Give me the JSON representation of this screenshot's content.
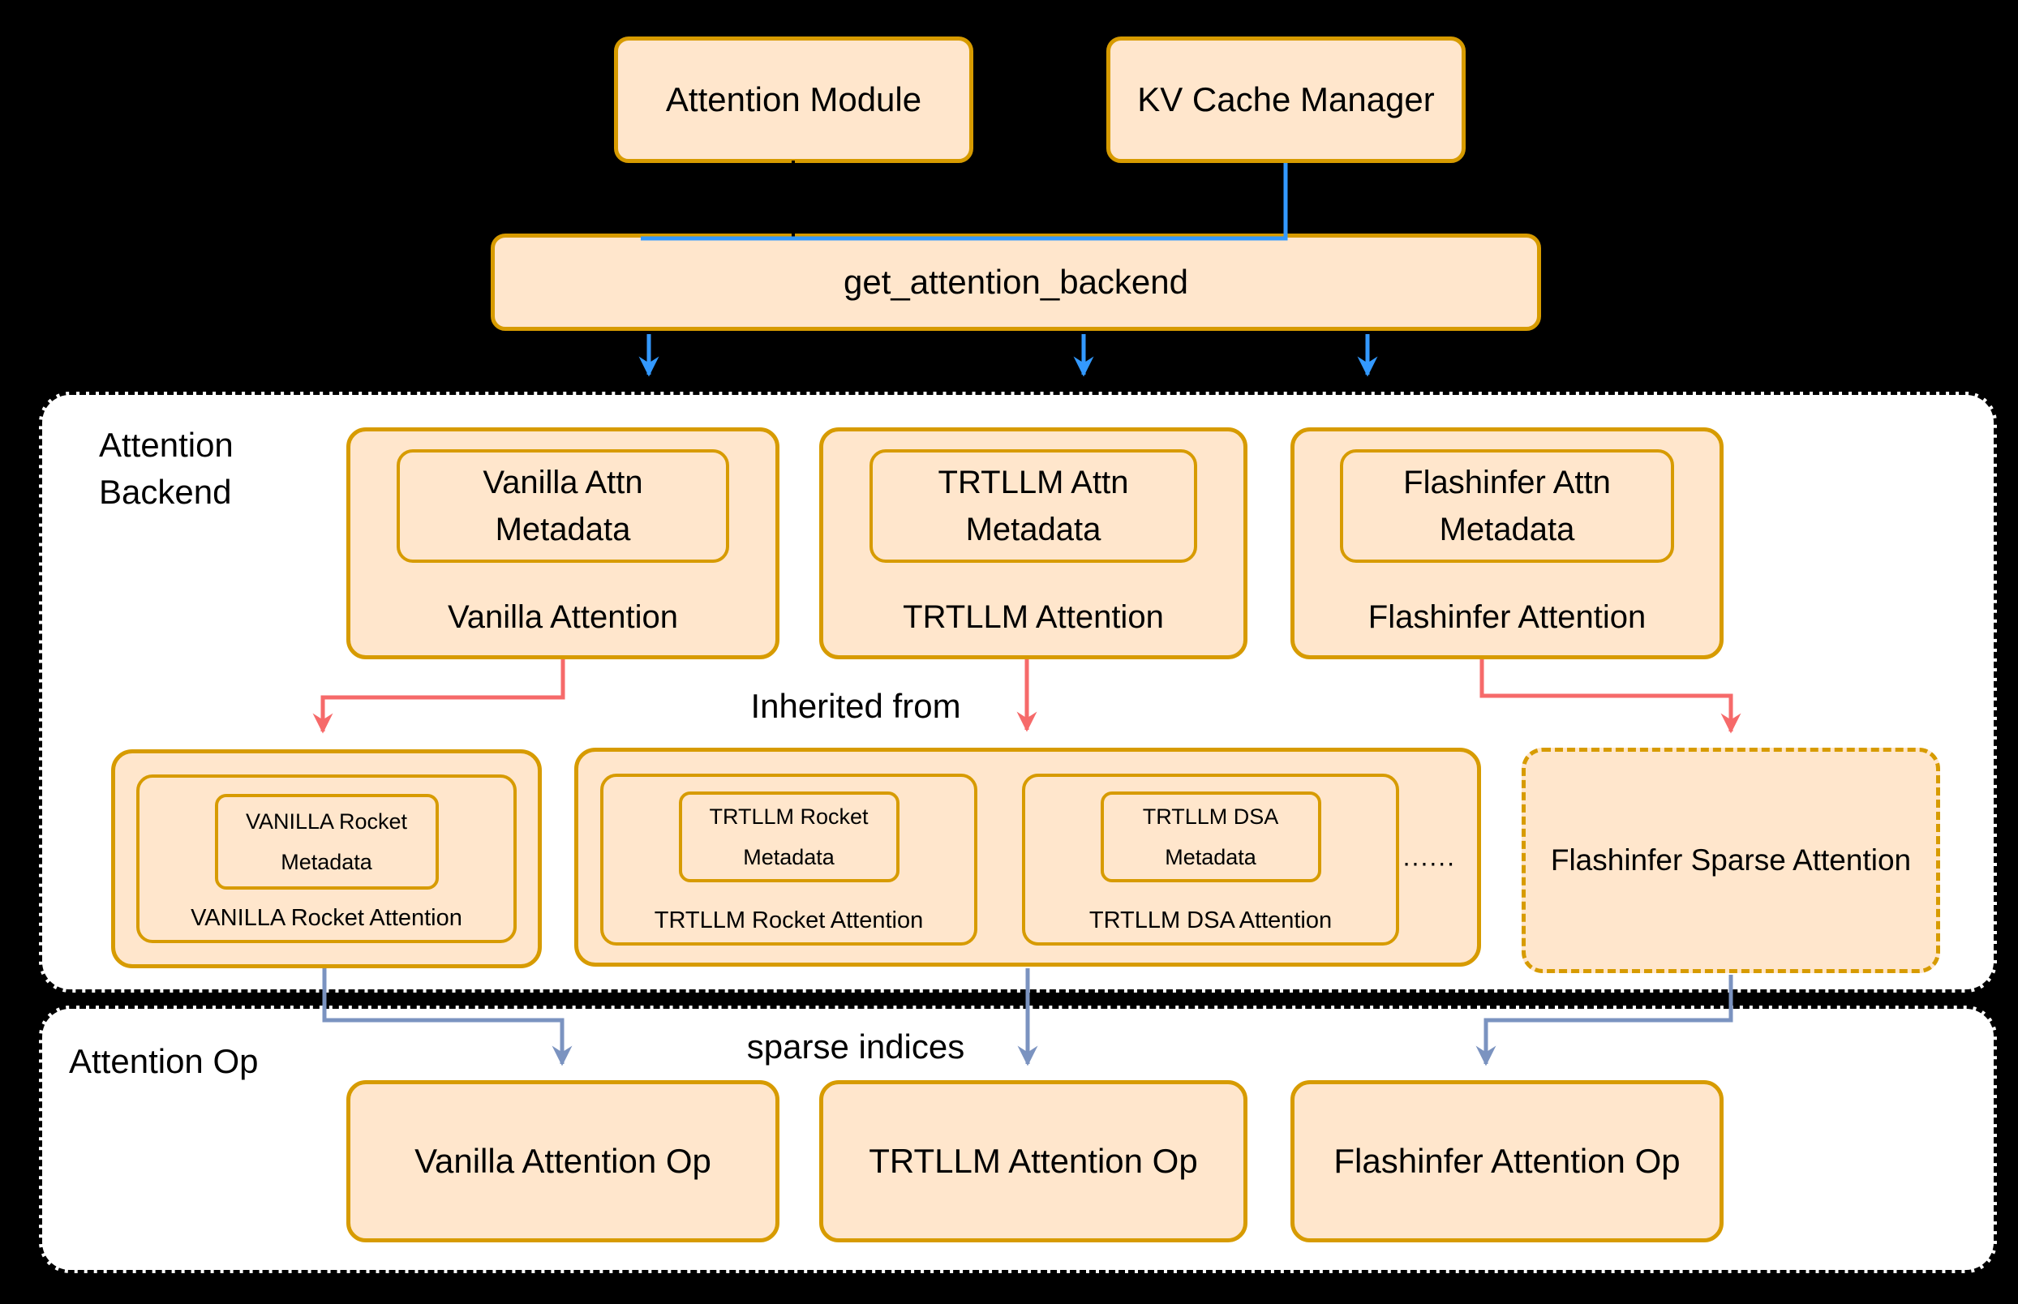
{
  "colors": {
    "canvas_bg": "#000000",
    "container_bg": "#FFFFFF",
    "container_border": "#000000",
    "box_fill": "#FFE6CC",
    "box_border": "#D79B00",
    "arrow_blue": "#3399FF",
    "arrow_red": "#F66A6A",
    "arrow_steel": "#7B93C0",
    "text": "#000000"
  },
  "top": {
    "attention_module": "Attention Module",
    "kv_cache_manager": "KV Cache Manager",
    "dispatcher": "get_attention_backend"
  },
  "backend_section": {
    "label_lines": [
      "Attention",
      "Backend"
    ],
    "inherited_from": "Inherited from",
    "backends": [
      {
        "name": "Vanilla Attention",
        "metadata_lines": [
          "Vanilla Attn",
          "Metadata"
        ]
      },
      {
        "name": "TRTLLM Attention",
        "metadata_lines": [
          "TRTLLM Attn",
          "Metadata"
        ]
      },
      {
        "name": "Flashinfer Attention",
        "metadata_lines": [
          "Flashinfer Attn",
          "Metadata"
        ]
      }
    ],
    "derived": {
      "vanilla_rocket": {
        "name": "VANILLA Rocket Attention",
        "metadata_lines": [
          "VANILLA Rocket",
          "Metadata"
        ]
      },
      "trtllm_rocket": {
        "name": "TRTLLM Rocket Attention",
        "metadata_lines": [
          "TRTLLM Rocket",
          "Metadata"
        ]
      },
      "trtllm_dsa": {
        "name": "TRTLLM DSA Attention",
        "metadata_lines": [
          "TRTLLM DSA",
          "Metadata"
        ]
      },
      "ellipsis": "......",
      "flashinfer_sparse": "Flashinfer Sparse Attention"
    }
  },
  "op_section": {
    "label": "Attention Op",
    "sparse_indices": "sparse indices",
    "ops": [
      "Vanilla Attention Op",
      "TRTLLM Attention Op",
      "Flashinfer Attention Op"
    ]
  }
}
